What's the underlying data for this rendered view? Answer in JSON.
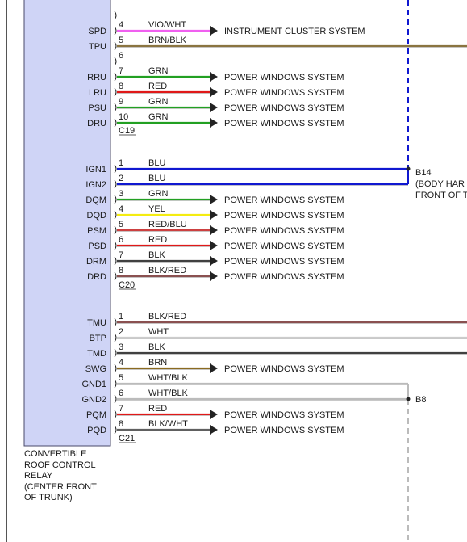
{
  "module": {
    "label": "CONVERTIBLE\nROOF CONTROL\nRELAY\n(CENTER FRONT\nOF TRUNK)",
    "fill_color": "#cfd4f6",
    "border_color": "#4a4a6a"
  },
  "colors": {
    "VIO/WHT": "#f060f0",
    "BRN/BLK": "#8a7440",
    "GRN": "#22a022",
    "RED": "#e01818",
    "BLU": "#1018d0",
    "YEL": "#f4ec10",
    "RED/BLU": "#cc4040",
    "BLK": "#404040",
    "BLK/RED": "#8a5050",
    "WHT": "#cccccc",
    "BRN": "#8a6a20",
    "WHT/BLK": "#bbbbbb",
    "BLK/WHT": "#606060"
  },
  "connectors": [
    {
      "id": "C19",
      "pins": [
        {
          "pin": "",
          "signal": "",
          "wire": "",
          "dest": "",
          "kind": "none"
        },
        {
          "pin": "4",
          "signal": "SPD",
          "wire": "VIO/WHT",
          "dest": "INSTRUMENT CLUSTER SYSTEM",
          "kind": "arrow"
        },
        {
          "pin": "5",
          "signal": "TPU",
          "wire": "BRN/BLK",
          "dest": "",
          "kind": "edge"
        },
        {
          "pin": "6",
          "signal": "",
          "wire": "",
          "dest": "",
          "kind": "none"
        },
        {
          "pin": "7",
          "signal": "RRU",
          "wire": "GRN",
          "dest": "POWER WINDOWS SYSTEM",
          "kind": "arrow"
        },
        {
          "pin": "8",
          "signal": "LRU",
          "wire": "RED",
          "dest": "POWER WINDOWS SYSTEM",
          "kind": "arrow"
        },
        {
          "pin": "9",
          "signal": "PSU",
          "wire": "GRN",
          "dest": "POWER WINDOWS SYSTEM",
          "kind": "arrow"
        },
        {
          "pin": "10",
          "signal": "DRU",
          "wire": "GRN",
          "dest": "POWER WINDOWS SYSTEM",
          "kind": "arrow"
        }
      ]
    },
    {
      "id": "C20",
      "pins": [
        {
          "pin": "1",
          "signal": "IGN1",
          "wire": "BLU",
          "dest": "",
          "kind": "splice-b14"
        },
        {
          "pin": "2",
          "signal": "IGN2",
          "wire": "BLU",
          "dest": "",
          "kind": "splice-b14"
        },
        {
          "pin": "3",
          "signal": "DQM",
          "wire": "GRN",
          "dest": "POWER WINDOWS SYSTEM",
          "kind": "arrow"
        },
        {
          "pin": "4",
          "signal": "DQD",
          "wire": "YEL",
          "dest": "POWER WINDOWS SYSTEM",
          "kind": "arrow"
        },
        {
          "pin": "5",
          "signal": "PSM",
          "wire": "RED/BLU",
          "dest": "POWER WINDOWS SYSTEM",
          "kind": "arrow"
        },
        {
          "pin": "6",
          "signal": "PSD",
          "wire": "RED",
          "dest": "POWER WINDOWS SYSTEM",
          "kind": "arrow"
        },
        {
          "pin": "7",
          "signal": "DRM",
          "wire": "BLK",
          "dest": "POWER WINDOWS SYSTEM",
          "kind": "arrow"
        },
        {
          "pin": "8",
          "signal": "DRD",
          "wire": "BLK/RED",
          "dest": "POWER WINDOWS SYSTEM",
          "kind": "arrow"
        }
      ]
    },
    {
      "id": "C21",
      "pins": [
        {
          "pin": "1",
          "signal": "TMU",
          "wire": "BLK/RED",
          "dest": "",
          "kind": "edge"
        },
        {
          "pin": "2",
          "signal": "BTP",
          "wire": "WHT",
          "dest": "",
          "kind": "edge"
        },
        {
          "pin": "3",
          "signal": "TMD",
          "wire": "BLK",
          "dest": "",
          "kind": "edge"
        },
        {
          "pin": "4",
          "signal": "SWG",
          "wire": "BRN",
          "dest": "POWER WINDOWS SYSTEM",
          "kind": "arrow"
        },
        {
          "pin": "5",
          "signal": "GND1",
          "wire": "WHT/BLK",
          "dest": "",
          "kind": "splice-b8"
        },
        {
          "pin": "6",
          "signal": "GND2",
          "wire": "WHT/BLK",
          "dest": "",
          "kind": "splice-b8"
        },
        {
          "pin": "7",
          "signal": "PQM",
          "wire": "RED",
          "dest": "POWER WINDOWS SYSTEM",
          "kind": "arrow"
        },
        {
          "pin": "8",
          "signal": "PQD",
          "wire": "BLK/WHT",
          "dest": "POWER WINDOWS SYSTEM",
          "kind": "arrow"
        }
      ]
    }
  ],
  "splices": {
    "b14": {
      "id": "B14",
      "note_line1": "(BODY HAR",
      "note_line2": "FRONT OF T",
      "color": "#1018d0"
    },
    "b8": {
      "id": "B8",
      "color": "#bbbbbb"
    }
  }
}
